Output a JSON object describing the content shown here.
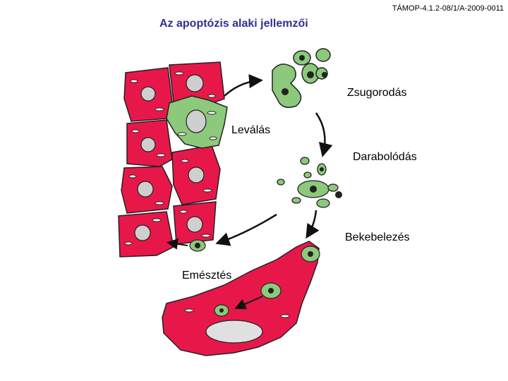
{
  "header": {
    "code": "TÁMOP-4.1.2-08/1/A-2009-0011"
  },
  "title": "Az apoptózis alaki jellemzői",
  "labels": {
    "shrinkage": "Zsugorodás",
    "detachment": "Leválás",
    "fragmentation": "Darabolódás",
    "engulfment": "Bekebelezés",
    "digestion": "Emésztés"
  },
  "colors": {
    "tissue_red": "#e8174a",
    "apoptotic_green": "#8cc97b",
    "nucleus_gray": "#cfcfcf",
    "title_blue": "#2e3192"
  }
}
